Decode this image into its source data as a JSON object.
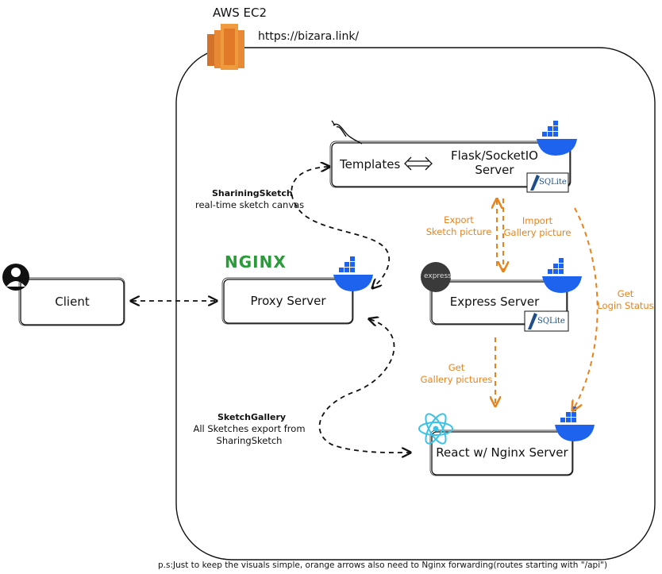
{
  "header": {
    "title": "AWS EC2",
    "url": "https://bizara.link/"
  },
  "nodes": {
    "client": "Client",
    "proxy": "Proxy Server",
    "nginx_logo": "NGINX",
    "templates": "Templates",
    "flask": "Flask/SocketIO\nServer",
    "express": "Express Server",
    "express_logo": "express",
    "react": "React w/ Nginx Server",
    "sqlite": "SQLite"
  },
  "edges": {
    "export": "Export\nSketch picture",
    "import": "Import\nGallery picture",
    "get_login": "Get\nLogin Status",
    "get_gallery": "Get\nGallery pictures"
  },
  "notes": {
    "sharing_title": "ShariningSketch",
    "sharing_desc": "real-time sketch canvas",
    "gallery_title": "SketchGallery",
    "gallery_desc": "All Sketches export from\nSharingSketch"
  },
  "footnote": "p.s:Just to keep the visuals simple, orange arrows also need to Nginx forwarding(routes starting with \"/api\")",
  "colors": {
    "orange": "#e8831c",
    "docker": "#1d63ed",
    "nginx": "#2b9a3a",
    "aws": "#e8832a",
    "react": "#39c3e6"
  }
}
